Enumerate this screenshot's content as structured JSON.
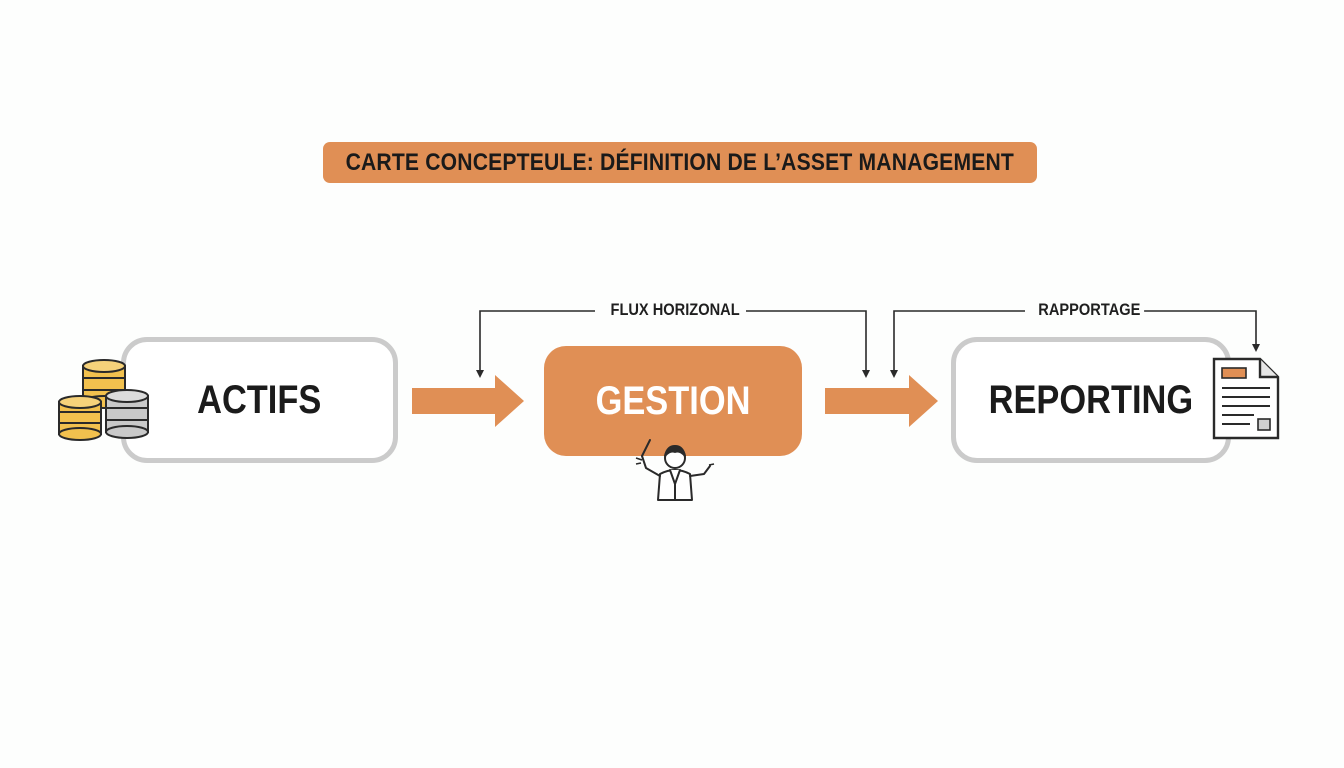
{
  "title": "CARTE CONCEPTEULE: DÉFINITION DE L’ASSET MANAGEMENT",
  "nodes": {
    "actifs": "ACTIFS",
    "gestion": "GESTION",
    "reporting": "REPORTING"
  },
  "connectors": {
    "flux": "FLUX HORIZONAL",
    "rapportage": "RAPPORTAGE"
  },
  "colors": {
    "accent": "#e08f55",
    "box_border": "#cbcbcb",
    "text": "#1b1b1b",
    "coin_gold": "#f2c14e",
    "coin_silver": "#c9c9c9"
  },
  "icons": {
    "actifs": "coin-stacks-icon",
    "gestion": "conductor-icon",
    "reporting": "document-report-icon"
  }
}
